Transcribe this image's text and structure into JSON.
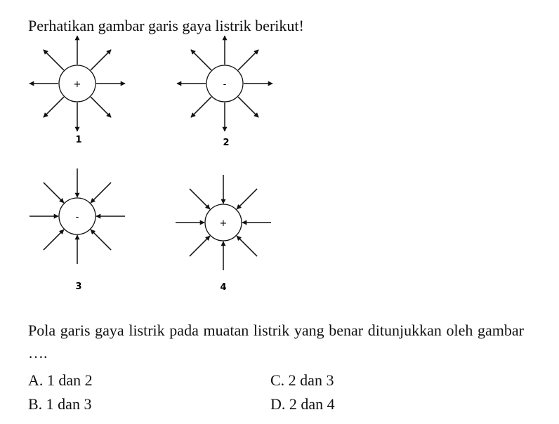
{
  "question": {
    "intro": "Perhatikan gambar garis gaya listrik berikut!",
    "stem": "Pola garis gaya listrik pada muatan listrik yang benar ditunjukkan oleh gambar …."
  },
  "figures": [
    {
      "number": "1",
      "charge": "+",
      "direction": "outward"
    },
    {
      "number": "2",
      "charge": "-",
      "direction": "outward"
    },
    {
      "number": "3",
      "charge": "-",
      "direction": "inward"
    },
    {
      "number": "4",
      "charge": "+",
      "direction": "inward"
    }
  ],
  "options": {
    "a": "A. 1 dan 2",
    "b": "B. 1 dan 3",
    "c": "C. 2 dan 3",
    "d": "D. 2 dan 4"
  }
}
